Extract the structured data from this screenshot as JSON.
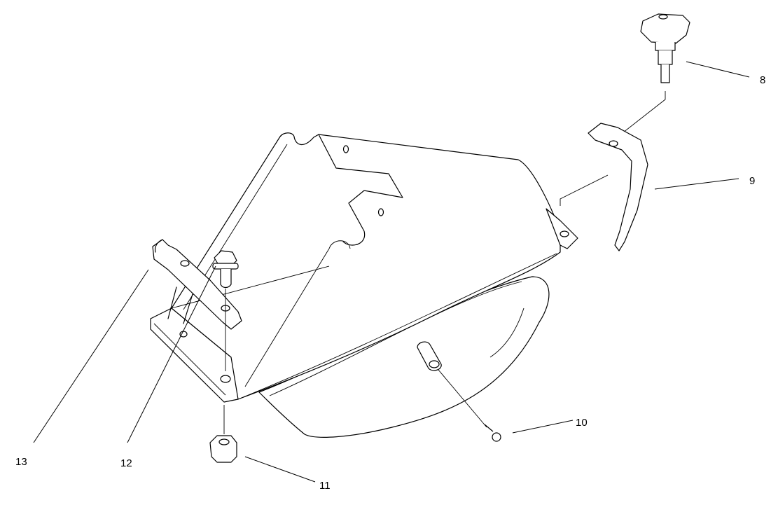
{
  "callouts": [
    {
      "id": "8",
      "label": "8"
    },
    {
      "id": "9",
      "label": "9"
    },
    {
      "id": "10",
      "label": "10"
    },
    {
      "id": "11",
      "label": "11"
    },
    {
      "id": "12",
      "label": "12"
    },
    {
      "id": "13",
      "label": "13"
    }
  ]
}
